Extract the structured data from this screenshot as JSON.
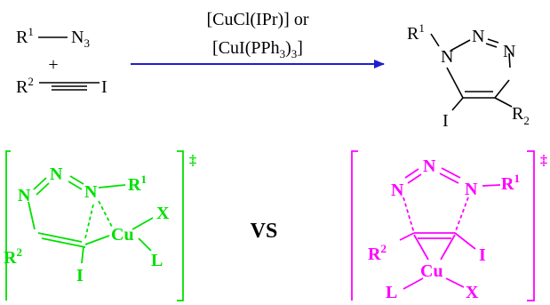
{
  "reaction": {
    "reactant_azide": {
      "r": "R",
      "r_sup": "1",
      "group": "N",
      "group_sub": "3"
    },
    "plus": "+",
    "reactant_alkyne": {
      "r": "R",
      "r_sup": "2",
      "atom": "I"
    },
    "catalyst_line1": "[CuCl(IPr)] or",
    "catalyst_line2": {
      "a": "[CuI(PPh",
      "sub1": "3",
      "b": ")",
      "sub2": "3",
      "c": "]"
    },
    "product": {
      "n1": "N",
      "n2": "N",
      "n3": "N",
      "r1": "R",
      "r1_sup": "1",
      "r2": "R",
      "r2_sup": "2",
      "iodo": "I"
    }
  },
  "ts_left": {
    "color": "#00e000",
    "n_a": "N",
    "n_b": "N",
    "n_c": "N",
    "r1": "R",
    "r1_sup": "1",
    "r2": "R",
    "r2_sup": "2",
    "cu": "Cu",
    "x": "X",
    "l": "L",
    "iodo": "I",
    "dagger": "‡"
  },
  "vs_label": "VS",
  "ts_right": {
    "color": "#ff00ff",
    "n_a": "N",
    "n_b": "N",
    "n_c": "N",
    "r1": "R",
    "r1_sup": "1",
    "r2": "R",
    "r2_sup": "2",
    "cu": "Cu",
    "x": "X",
    "l": "L",
    "iodo": "I",
    "dagger": "‡"
  }
}
